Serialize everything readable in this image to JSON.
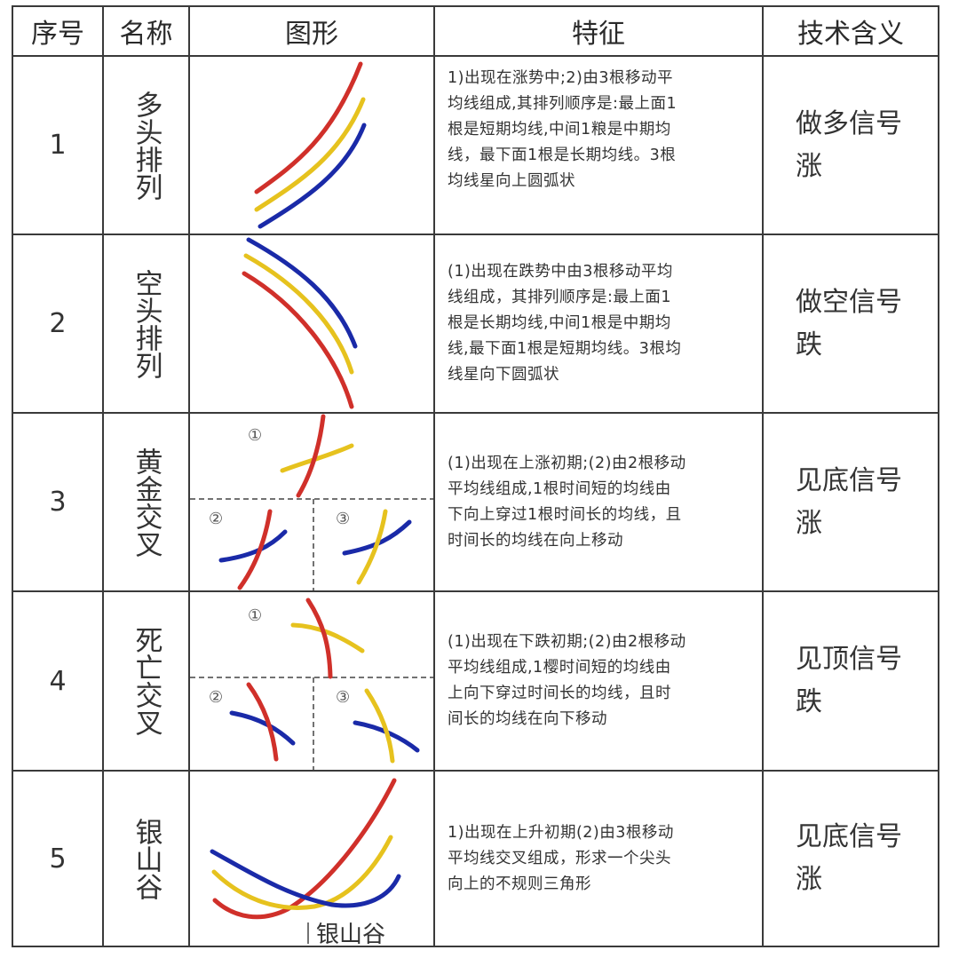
{
  "header": {
    "col_index": "序号",
    "col_name": "名称",
    "col_figure": "图形",
    "col_features": "特征",
    "col_meaning": "技术含义"
  },
  "colors": {
    "short_ma": "#d0302a",
    "mid_ma": "#e6c21e",
    "long_ma": "#1a2aa8",
    "grid": "#3a3a3a"
  },
  "rows": [
    {
      "index": "1",
      "name": "多头排列",
      "features": [
        "1)出现在涨势中;2)由3根移动平",
        "均线组成,其排列顺序是:最上面1",
        "根是短期均线,中间1粮是中期均",
        "线，最下面1根是长期均线。3根",
        "均线星向上圆弧状"
      ],
      "meaning_line1": "做多信号",
      "meaning_line2": "涨"
    },
    {
      "index": "2",
      "name": "空头排列",
      "features": [
        "(1)出现在跌势中由3根移动平均",
        "线组成，其排列顺序是:最上面1",
        "根是长期均线,中间1根是中期均",
        "线,最下面1根是短期均线。3根均",
        "线星向下圆弧状"
      ],
      "meaning_line1": "做空信号",
      "meaning_line2": "跌"
    },
    {
      "index": "3",
      "name": "黄金交叉",
      "features": [
        "(1)出现在上涨初期;(2)由2根移动",
        "平均线组成,1根时间短的均线由",
        "下向上穿过1根时间长的均线，且",
        "时间长的均线在向上移动"
      ],
      "meaning_line1": "见底信号",
      "meaning_line2": "涨",
      "sub_labels": [
        "①",
        "②",
        "③"
      ]
    },
    {
      "index": "4",
      "name": "死亡交叉",
      "features": [
        "(1)出现在下跌初期;(2)由2根移动",
        "平均线组成,1樱时间短的均线由",
        "上向下穿过时间长的均线，且时",
        "间长的均线在向下移动"
      ],
      "meaning_line1": "见顶信号",
      "meaning_line2": "跌",
      "sub_labels": [
        "①",
        "②",
        "③"
      ]
    },
    {
      "index": "5",
      "name": "银山谷",
      "features": [
        "1)出现在上升初期(2)由3根移动",
        "平均线交叉组成，形求一个尖头",
        "向上的不规则三角形"
      ],
      "meaning_line1": "见底信号",
      "meaning_line2": "涨",
      "figure_label": "银山谷"
    }
  ]
}
